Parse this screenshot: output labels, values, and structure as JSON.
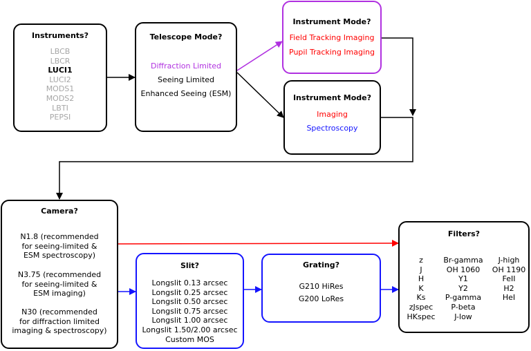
{
  "colors": {
    "black": "#000000",
    "purple": "#b030e0",
    "red": "#ff0000",
    "blue": "#1414ff",
    "gray": "#a6a6a6"
  },
  "instruments": {
    "title": "Instruments?",
    "items": [
      "LBCB",
      "LBCR",
      "LUCI1",
      "LUCI2",
      "MODS1",
      "MODS2",
      "LBTI",
      "PEPSI"
    ],
    "selected": "LUCI1"
  },
  "telescope": {
    "title": "Telescope Mode?",
    "items": [
      "Diffraction Limited",
      "Seeing Limited",
      "Enhanced Seeing (ESM)"
    ]
  },
  "instrument_mode_top": {
    "title": "Instrument Mode?",
    "items": [
      "Field Tracking Imaging",
      "Pupil Tracking Imaging"
    ]
  },
  "instrument_mode_bottom": {
    "title": "Instrument Mode?",
    "items": [
      "Imaging",
      "Spectroscopy"
    ]
  },
  "camera": {
    "title": "Camera?",
    "n18": [
      "N1.8 (recommended",
      "for seeing-limited &",
      "ESM spectroscopy)"
    ],
    "n375": [
      "N3.75 (recommended",
      "for seeing-limited &",
      "ESM imaging)"
    ],
    "n30": [
      "N30 (recommended",
      "for diffraction limited",
      "imaging & spectroscopy)"
    ]
  },
  "slit": {
    "title": "Slit?",
    "items": [
      "Longslit 0.13 arcsec",
      "Longslit 0.25 arcsec",
      "Longslit 0.50 arcsec",
      "Longslit 0.75 arcsec",
      "Longslit 1.00 arcsec",
      "Longslit 1.50/2.00 arcsec",
      "Custom MOS"
    ]
  },
  "grating": {
    "title": "Grating?",
    "items": [
      "G210 HiRes",
      "G200 LoRes"
    ]
  },
  "filters": {
    "title": "Filters?",
    "col1": [
      "z",
      "J",
      "H",
      "K",
      "Ks",
      "zJspec",
      "HKspec"
    ],
    "col2": [
      "Br-gamma",
      "OH 1060",
      "Y1",
      "Y2",
      "P-gamma",
      "P-beta",
      "J-low"
    ],
    "col3": [
      "J-high",
      "OH 1190",
      "FeII",
      "H2",
      "HeI"
    ]
  }
}
